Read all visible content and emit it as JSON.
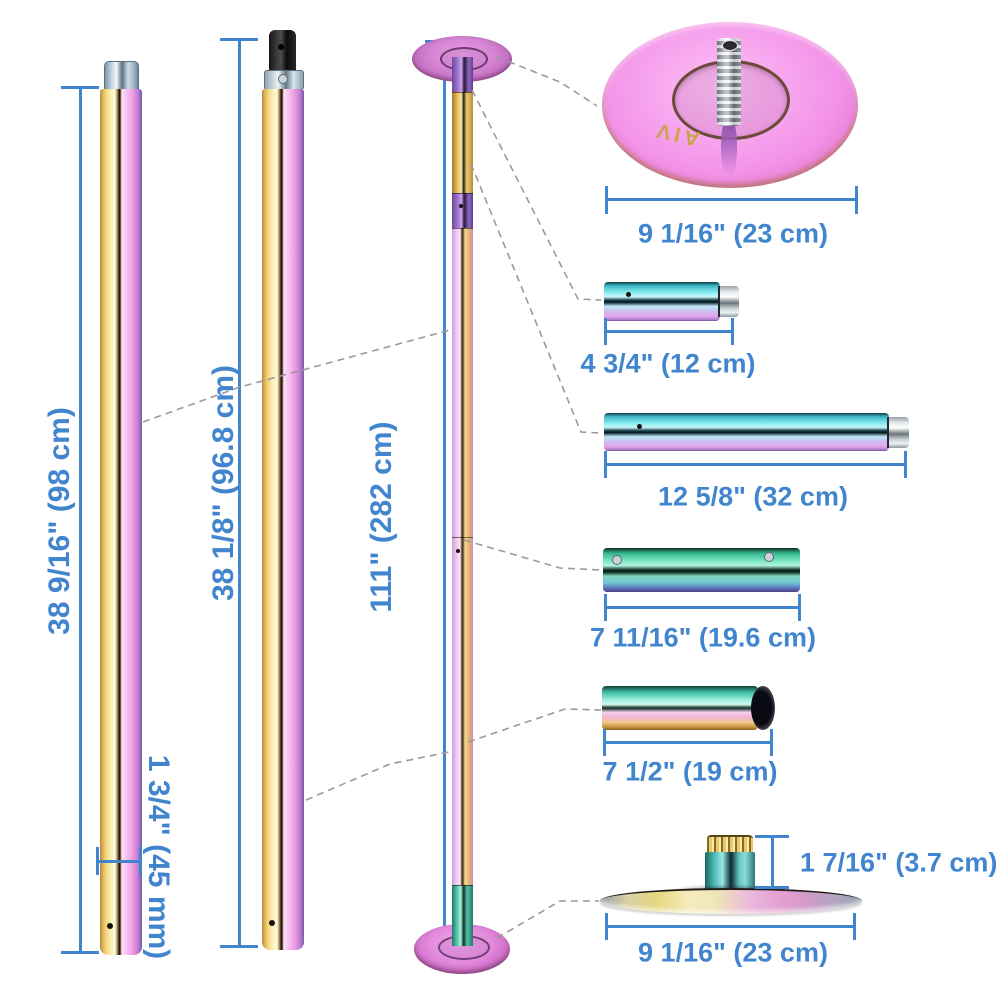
{
  "labels": {
    "pole_a_length": "38 9/16\" (98 cm)",
    "pole_a_diameter": "1 3/4\" (45 mm)",
    "pole_b_length": "38 1/8\" (96.8 cm)",
    "assembled_height": "111\" (282 cm)",
    "dome_diameter": "9 1/16\" (23 cm)",
    "ext_12cm": "4 3/4\" (12 cm)",
    "ext_32cm": "12 5/8\" (32 cm)",
    "ext_19_6cm": "7 11/16\" (19.6 cm)",
    "ext_19cm": "7 1/2\" (19 cm)",
    "base_mount_height": "1 7/16\" (3.7 cm)",
    "base_diameter": "9 1/16\" (23 cm)",
    "brand_logo": "AIV"
  },
  "colors": {
    "dimension_blue": "#4285cf",
    "connector_gray": "#9a9a9a",
    "logo_gold": "#c9a44a"
  }
}
